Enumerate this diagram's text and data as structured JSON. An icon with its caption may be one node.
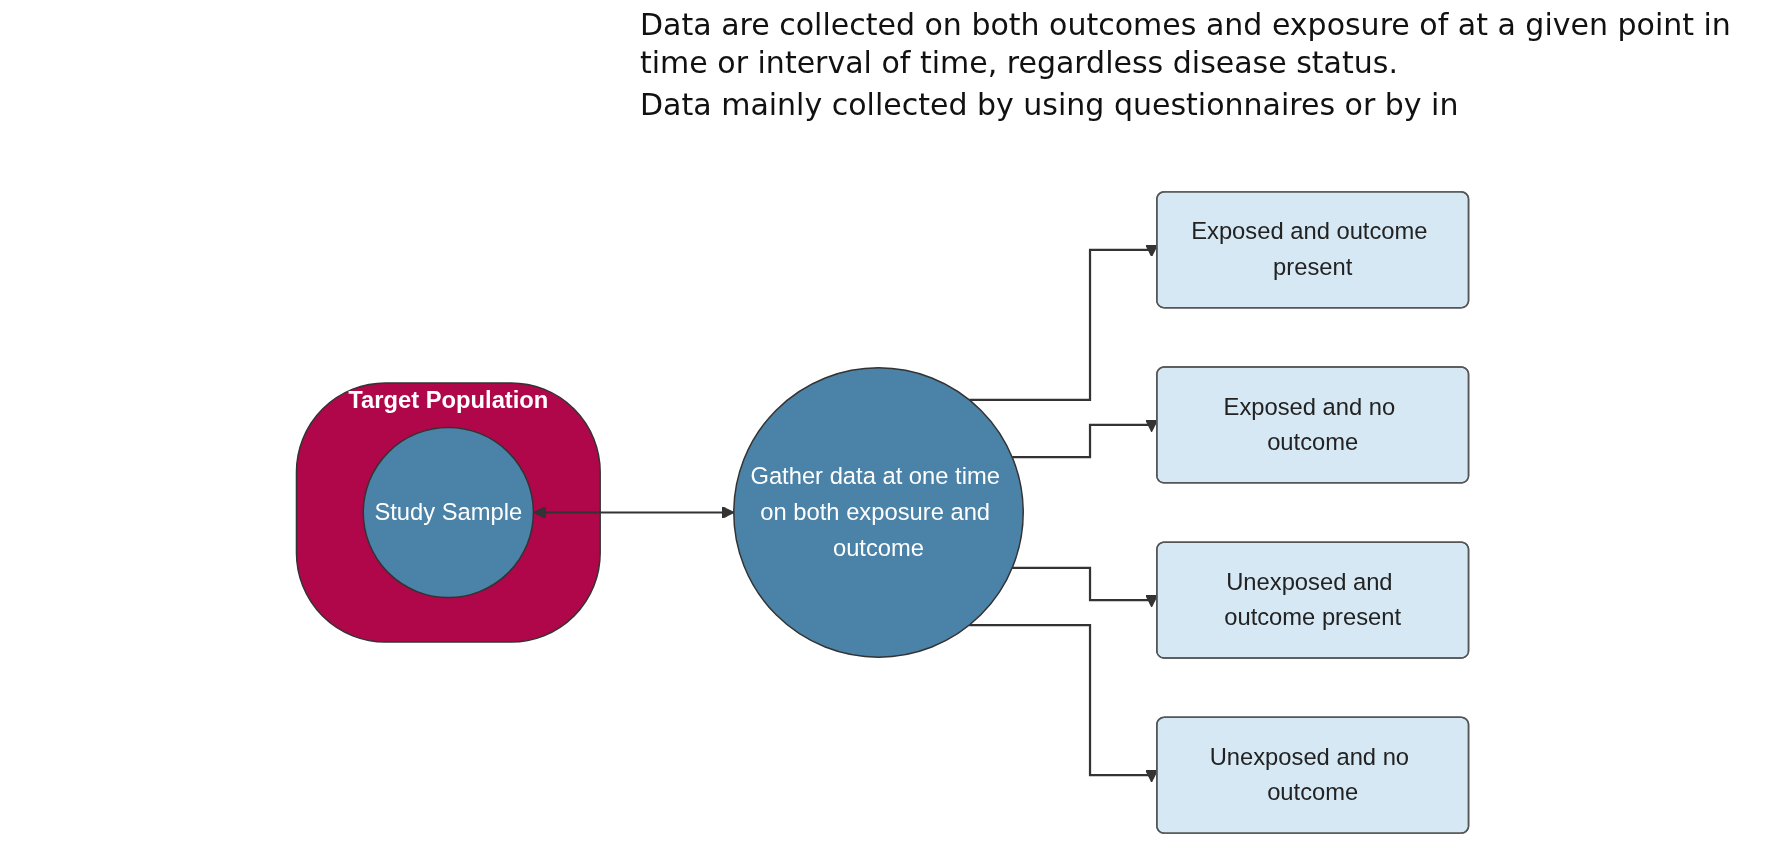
{
  "diagram": {
    "nodes": [
      {
        "text": [
          "Target Population"
        ]
      },
      {
        "text": [
          "Study Sample"
        ],
        "in": 0
      },
      {
        "text": [
          "Gather data at one time on both exposure and outcome"
        ]
      },
      {
        "text": [
          "Exposed and outcome present"
        ]
      },
      {
        "text": [
          "Exposed and no outcome"
        ]
      },
      {
        "text": [
          "Unexposed and outcome present"
        ]
      },
      {
        "text": [
          "Unexposed and no outcome"
        ]
      }
    ],
    "edges": [
      {
        "from": 1,
        "to": 2,
        "arrow": "both"
      },
      {
        "from": 2,
        "to": 3,
        "arrow": "to"
      },
      {
        "from": 2,
        "to": 4,
        "arrow": "to"
      },
      {
        "from": 2,
        "to": 5,
        "arrow": "to"
      },
      {
        "from": 2,
        "to": 6,
        "arrow": "to"
      }
    ],
    "labels": [
      "Data are collected on both outcomes and exposure of at a given point in time or interval of time, regardless disease status.",
      "Data mainly collected by using questionnaires or by in"
    ]
  }
}
